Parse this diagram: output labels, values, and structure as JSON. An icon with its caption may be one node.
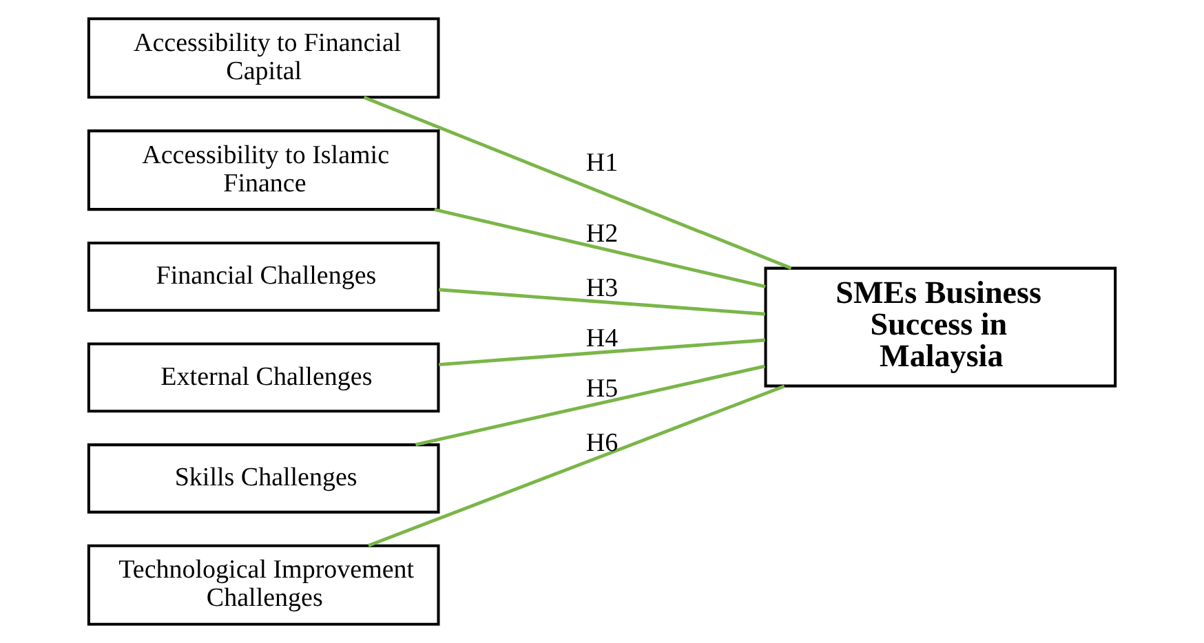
{
  "diagram": {
    "nodes": [
      {
        "text": [
          "Accessibility to Financial Capital"
        ]
      },
      {
        "text": [
          "Accessibility to Islamic Finance"
        ]
      },
      {
        "text": [
          "Financial Challenges"
        ]
      },
      {
        "text": [
          "External Challenges"
        ]
      },
      {
        "text": [
          "Skills Challenges"
        ]
      },
      {
        "text": [
          "Technological Improvement Challenges"
        ]
      },
      {
        "text": [
          "SMEs Business Success in Malaysia"
        ]
      }
    ],
    "edges": [
      {
        "from": 0,
        "to": 6,
        "arrow": "none",
        "label": "H1"
      },
      {
        "from": 1,
        "to": 6,
        "arrow": "none",
        "label": "H2"
      },
      {
        "from": 2,
        "to": 6,
        "arrow": "none",
        "label": "H3"
      },
      {
        "from": 3,
        "to": 6,
        "arrow": "none",
        "label": "H4"
      },
      {
        "from": 4,
        "to": 6,
        "arrow": "none",
        "label": "H5"
      },
      {
        "from": 5,
        "to": 6,
        "arrow": "none",
        "label": "H6"
      }
    ]
  }
}
